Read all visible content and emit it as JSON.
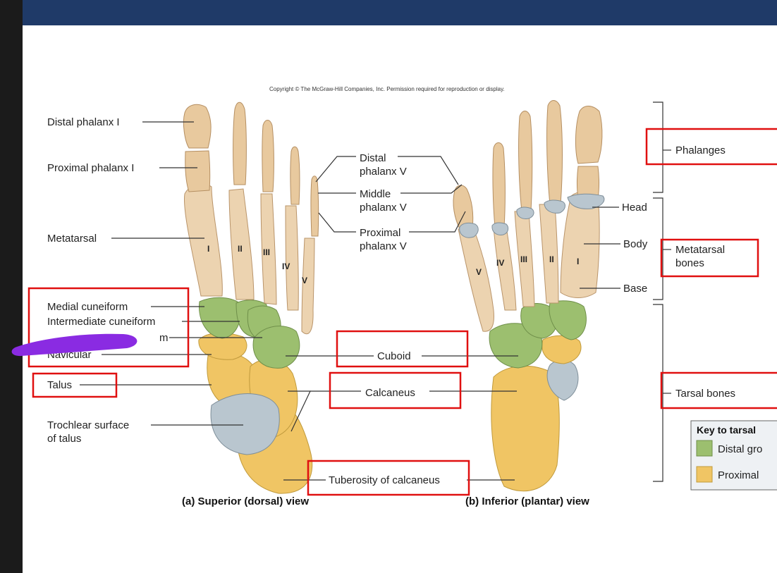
{
  "copyright": "Copyright © The McGraw-Hill Companies, Inc. Permission required for reproduction or display.",
  "labels_left": {
    "distal_phalanx_i": "Distal phalanx I",
    "proximal_phalanx_i": "Proximal phalanx I",
    "metatarsal": "Metatarsal",
    "medial_cuneiform": "Medial cuneiform",
    "intermediate_cuneiform": "Intermediate cuneiform",
    "lateral_cuneiform_fragment": "m",
    "navicular": "Navicular",
    "talus": "Talus",
    "trochlear_line1": "Trochlear surface",
    "trochlear_line2": "of talus"
  },
  "labels_center": {
    "distal_phalanx_v_1": "Distal",
    "distal_phalanx_v_2": "phalanx V",
    "middle_phalanx_v_1": "Middle",
    "middle_phalanx_v_2": "phalanx V",
    "proximal_phalanx_v_1": "Proximal",
    "proximal_phalanx_v_2": "phalanx V",
    "cuboid": "Cuboid",
    "calcaneus": "Calcaneus",
    "tuberosity": "Tuberosity of calcaneus"
  },
  "labels_right": {
    "phalanges": "Phalanges",
    "head": "Head",
    "body": "Body",
    "base": "Base",
    "metatarsal_bones_1": "Metatarsal",
    "metatarsal_bones_2": "bones",
    "tarsal_bones": "Tarsal bones"
  },
  "numerals": {
    "i": "I",
    "ii": "II",
    "iii": "III",
    "iv": "IV",
    "v": "V"
  },
  "captions": {
    "superior": "(a) Superior (dorsal) view",
    "inferior": "(b) Inferior (plantar) view"
  },
  "key": {
    "title": "Key to tarsal",
    "distal": "Distal gro",
    "proximal": "Proximal"
  },
  "colors": {
    "distal_group": "#9cbf6f",
    "proximal_group": "#f0c564",
    "highlight_box": "#e01010",
    "annotation_mark": "#8a2be2",
    "topbar": "#1f3a68"
  }
}
